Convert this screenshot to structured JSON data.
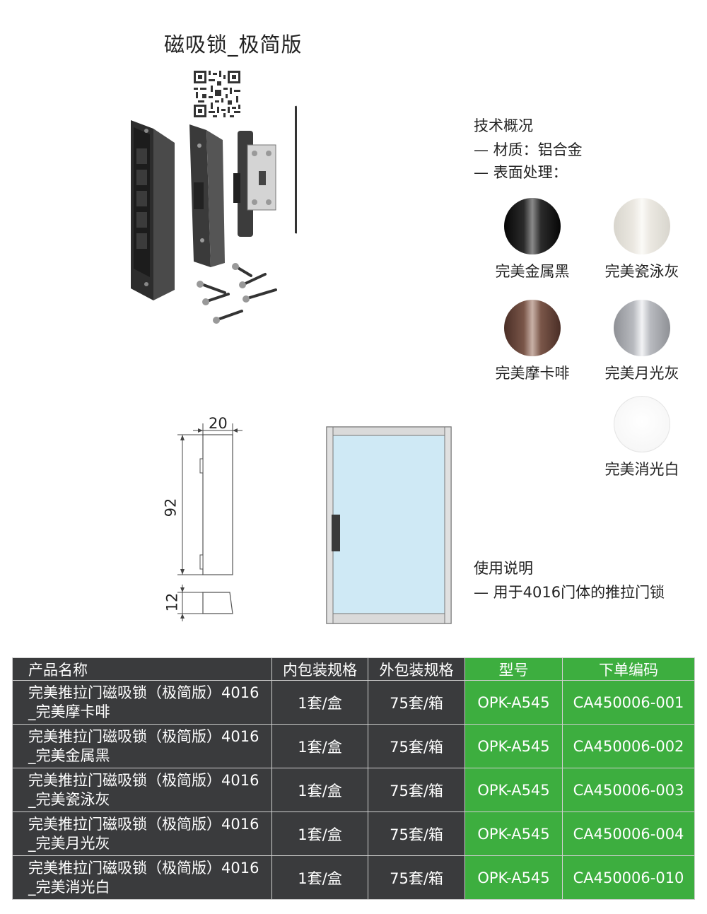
{
  "title": "磁吸锁_极简版",
  "tech": {
    "heading": "技术概况",
    "material": "— 材质：铝合金",
    "finish": "— 表面处理："
  },
  "finishes": [
    {
      "name": "完美金属黑",
      "color": "#111111"
    },
    {
      "name": "完美瓷泳灰",
      "color": "#e6e3dc"
    },
    {
      "name": "完美摩卡啡",
      "color": "#6b4a40"
    },
    {
      "name": "完美月光灰",
      "color": "#b3b5b9"
    },
    {
      "name": "完美消光白",
      "color": "#f9f9f9"
    }
  ],
  "dimensions": {
    "width": "20",
    "height": "92",
    "depth": "12"
  },
  "usage": {
    "heading": "使用说明",
    "line": "— 用于4016门体的推拉门锁"
  },
  "table": {
    "headers": [
      "产品名称",
      "内包装规格",
      "外包装规格",
      "型号",
      "下单编码"
    ],
    "rows": [
      {
        "name1": "完美推拉门磁吸锁（极简版）4016",
        "name2": "_完美摩卡啡",
        "inner": "1套/盒",
        "outer": "75套/箱",
        "model": "OPK-A545",
        "code": "CA450006-001"
      },
      {
        "name1": "完美推拉门磁吸锁（极简版）4016",
        "name2": "_完美金属黑",
        "inner": "1套/盒",
        "outer": "75套/箱",
        "model": "OPK-A545",
        "code": "CA450006-002"
      },
      {
        "name1": "完美推拉门磁吸锁（极简版）4016",
        "name2": "_完美瓷泳灰",
        "inner": "1套/盒",
        "outer": "75套/箱",
        "model": "OPK-A545",
        "code": "CA450006-003"
      },
      {
        "name1": "完美推拉门磁吸锁（极简版）4016",
        "name2": "_完美月光灰",
        "inner": "1套/盒",
        "outer": "75套/箱",
        "model": "OPK-A545",
        "code": "CA450006-004"
      },
      {
        "name1": "完美推拉门磁吸锁（极简版）4016",
        "name2": "_完美消光白",
        "inner": "1套/盒",
        "outer": "75套/箱",
        "model": "OPK-A545",
        "code": "CA450006-010"
      }
    ]
  }
}
